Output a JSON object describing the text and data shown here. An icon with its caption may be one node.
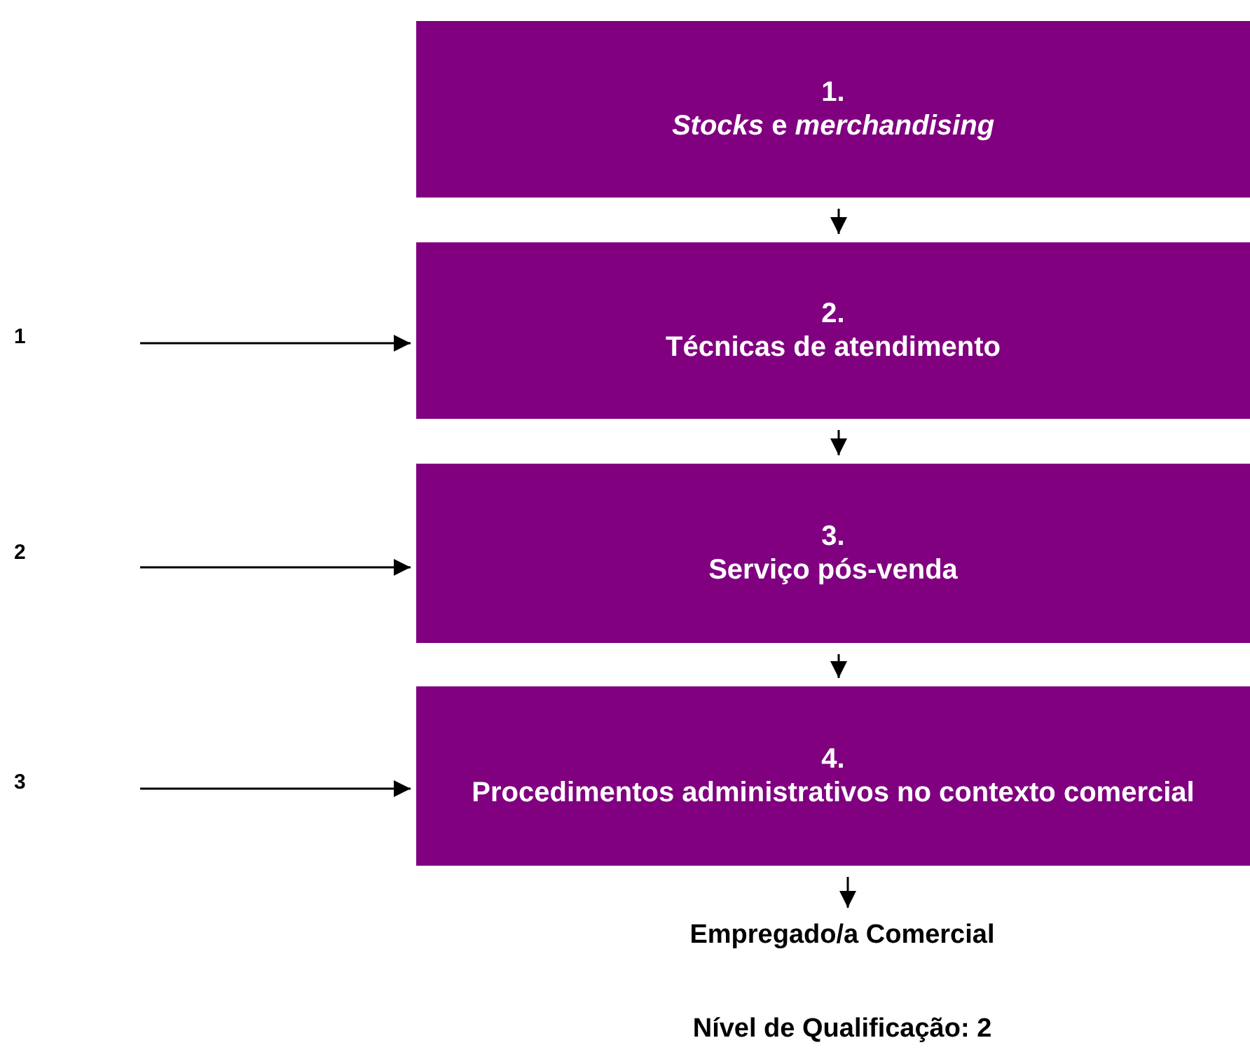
{
  "diagram": {
    "nodes": [
      {
        "text": [
          "1.",
          "*Stocks* e *merchandising*"
        ]
      },
      {
        "text": [
          "2.",
          "Técnicas de atendimento"
        ]
      },
      {
        "text": [
          "3.",
          "Serviço pós-venda"
        ]
      },
      {
        "text": [
          "4.",
          "Procedimentos administrativos no contexto comercial"
        ]
      },
      {
        "text": [
          "Empregado/a Comercial"
        ]
      }
    ],
    "edges": [
      {
        "from": 0,
        "to": 1,
        "arrow": "to"
      },
      {
        "from": null,
        "to": 1,
        "arrow": "to"
      },
      {
        "from": 1,
        "to": 2,
        "arrow": "to"
      },
      {
        "from": null,
        "to": 2,
        "arrow": "to"
      },
      {
        "from": 2,
        "to": 3,
        "arrow": "to"
      },
      {
        "from": null,
        "to": 3,
        "arrow": "to"
      },
      {
        "from": 3,
        "to": 4,
        "arrow": "to"
      }
    ],
    "labels": [
      "1",
      "2",
      "3",
      "Nível de Qualificação: 2"
    ]
  }
}
